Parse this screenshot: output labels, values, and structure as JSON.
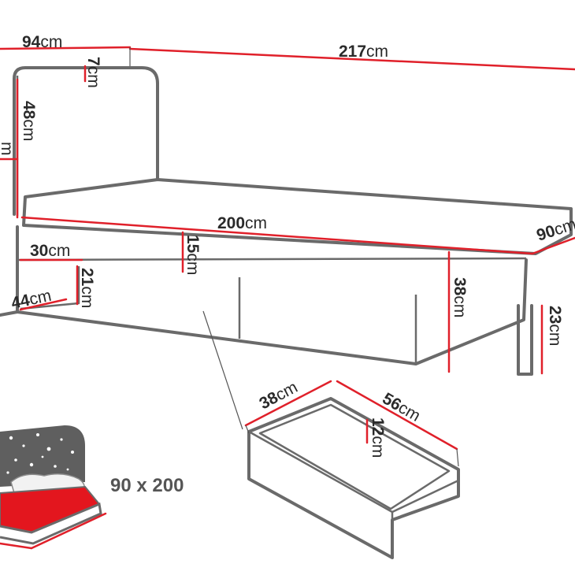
{
  "dimensions": {
    "headboard_depth": {
      "value": "94",
      "unit": "cm"
    },
    "total_length": {
      "value": "217",
      "unit": "cm"
    },
    "headboard_thickness": {
      "value": "7",
      "unit": "cm"
    },
    "headboard_height": {
      "value": "48",
      "unit": "cm"
    },
    "left_cut": {
      "value": "",
      "unit": "m"
    },
    "mattress_length": {
      "value": "200",
      "unit": "cm"
    },
    "mattress_width": {
      "value": "90",
      "unit": "cm"
    },
    "side_panel_width": {
      "value": "30",
      "unit": "cm"
    },
    "mattress_thickness": {
      "value": "15",
      "unit": "cm"
    },
    "side_depth": {
      "value": "44",
      "unit": "cm"
    },
    "side_height": {
      "value": "21",
      "unit": "cm"
    },
    "bed_height": {
      "value": "38",
      "unit": "cm"
    },
    "leg_height": {
      "value": "23",
      "unit": "cm"
    },
    "drawer_width": {
      "value": "38",
      "unit": "cm"
    },
    "drawer_length": {
      "value": "56",
      "unit": "cm"
    },
    "drawer_height": {
      "value": "12",
      "unit": "cm"
    }
  },
  "size_label": "90 x 200",
  "colors": {
    "dimension_line": "#e0202a",
    "outline": "#6a6a6a",
    "mattress_red": "#e3161e",
    "headboard_dark": "#5f5f5f"
  }
}
